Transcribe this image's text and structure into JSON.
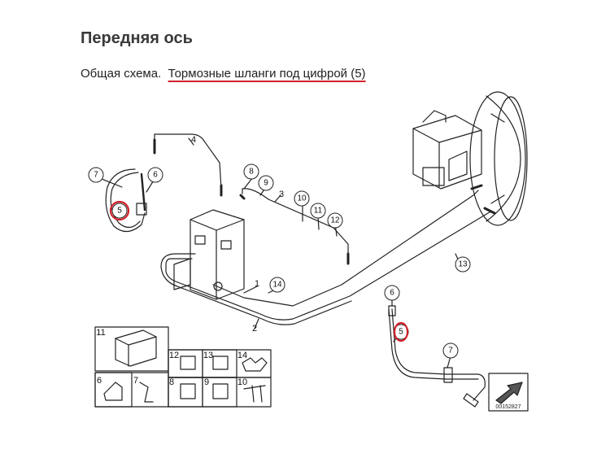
{
  "title": "Передняя ось",
  "subtitle": {
    "prefix": "Общая схема.",
    "highlight": "Тормозные шланги под цифрой (5)"
  },
  "callouts": {
    "c7a": "7",
    "c6a": "6",
    "c5a": "5",
    "c4": "4",
    "c8": "8",
    "c9": "9",
    "c3": "3",
    "c10": "10",
    "c11": "11",
    "c12": "12",
    "c13": "13",
    "c1": "1",
    "c14": "14",
    "c2": "2",
    "c6b": "6",
    "c5b": "5",
    "c7b": "7"
  },
  "parts_grid": {
    "p11": "11",
    "p12": "12",
    "p13": "13",
    "p14": "14",
    "p6": "6",
    "p7": "7",
    "p8": "8",
    "p9": "9",
    "p10": "10"
  },
  "drawing_code": "00152827",
  "colors": {
    "highlight_ring": "#d0202a",
    "line": "#222222"
  }
}
